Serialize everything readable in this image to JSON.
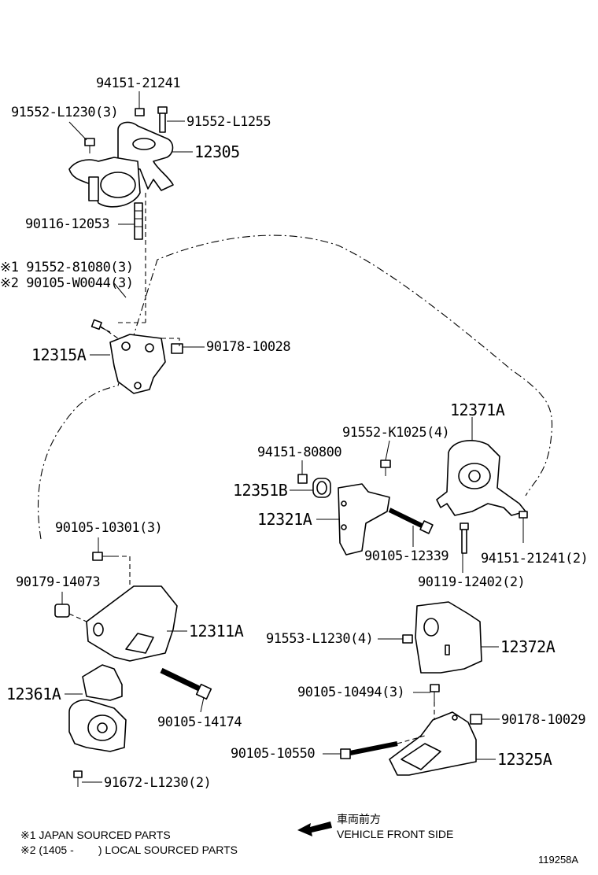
{
  "labels": {
    "p94151_21241": "94151-21241",
    "p91552_L1230_3": "91552-L1230(3)",
    "p91552_L1255": "91552-L1255",
    "p12305": "12305",
    "p90116_12053": "90116-12053",
    "p91552_81080_3": "※1 91552-81080(3)",
    "p90105_W0044_3": "※2 90105-W0044(3)",
    "p12315A": "12315A",
    "p90178_10028": "90178-10028",
    "p12371A": "12371A",
    "p91552_K1025_4": "91552-K1025(4)",
    "p94151_80800": "94151-80800",
    "p12351B": "12351B",
    "p12321A": "12321A",
    "p90105_12339": "90105-12339",
    "p94151_21241_2": "94151-21241(2)",
    "p90119_12402_2": "90119-12402(2)",
    "p90105_10301_3": "90105-10301(3)",
    "p90179_14073": "90179-14073",
    "p12311A": "12311A",
    "p91553_L1230_4": "91553-L1230(4)",
    "p12372A": "12372A",
    "p12361A": "12361A",
    "p90105_14174": "90105-14174",
    "p90105_10494_3": "90105-10494(3)",
    "p90178_10029": "90178-10029",
    "p90105_10550": "90105-10550",
    "p12325A": "12325A",
    "p91672_L1230_2": "91672-L1230(2)"
  },
  "front": {
    "jp": "車両前方",
    "en": "VEHICLE FRONT SIDE",
    "arrow_icon": "left-arrow-icon"
  },
  "notes": {
    "note1": "※1 JAPAN SOURCED PARTS",
    "note2": "※2 (1405 -        ) LOCAL SOURCED PARTS"
  },
  "diagram_id": "119258A"
}
